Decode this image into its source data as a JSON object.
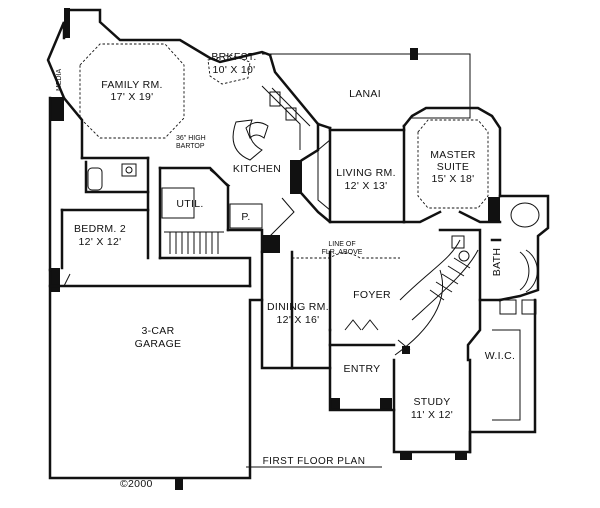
{
  "rooms": {
    "media": "MEDIA",
    "family_name": "FAMILY RM.",
    "family_size": "17' X 19'",
    "brkfst_name": "BRKFST.",
    "brkfst_size": "10' X 10'",
    "lanai": "LANAI",
    "bartop_1": "36\" HIGH",
    "bartop_2": "BARTOP",
    "kitchen": "KITCHEN",
    "living_name": "LIVING RM.",
    "living_size": "12' X 13'",
    "master_name": "MASTER",
    "master_name2": "SUITE",
    "master_size": "15' X 18'",
    "util": "UTIL.",
    "pantry": "P.",
    "bedrm2_name": "BEDRM. 2",
    "bedrm2_size": "12' X 12'",
    "line_1": "LINE OF",
    "line_2": "FLR. ABOVE",
    "foyer": "FOYER",
    "bath": "BATH",
    "garage_1": "3-CAR",
    "garage_2": "GARAGE",
    "dining_name": "DINING RM.",
    "dining_size": "12' X 16'",
    "wic": "W.I.C.",
    "entry": "ENTRY",
    "study_name": "STUDY",
    "study_size": "11' X 12'"
  },
  "title": "FIRST FLOOR PLAN",
  "copyright": "©2000"
}
